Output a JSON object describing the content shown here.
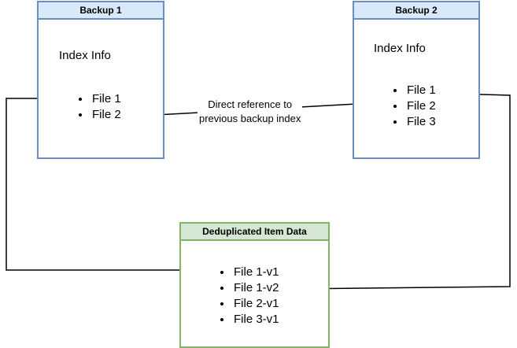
{
  "backup1": {
    "title": "Backup 1",
    "index_label": "Index Info",
    "files": [
      "File 1",
      "File 2"
    ]
  },
  "backup2": {
    "title": "Backup 2",
    "index_label": "Index Info",
    "files": [
      "File 1",
      "File 2",
      "File 3"
    ]
  },
  "dedup": {
    "title": "Deduplicated Item Data",
    "items": [
      "File 1-v1",
      "File 1-v2",
      "File 2-v1",
      "File 3-v1"
    ]
  },
  "annotation": {
    "line1": "Direct reference to",
    "line2": "previous backup index"
  },
  "colors": {
    "blue_border": "#6c8ebf",
    "blue_fill": "#dae8fc",
    "green_border": "#82b366",
    "green_fill": "#d5e8d4"
  }
}
